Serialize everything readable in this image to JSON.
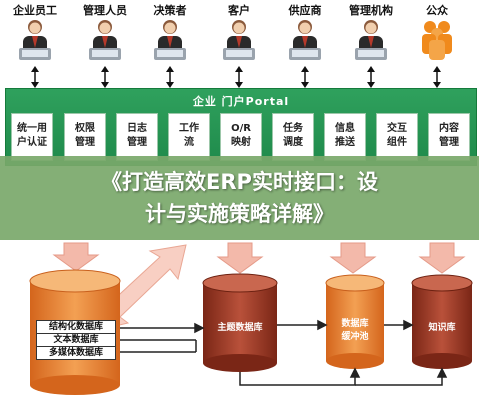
{
  "users": [
    {
      "label": "企业员工",
      "icon": "employee-figure-icon"
    },
    {
      "label": "管理人员",
      "icon": "manager-figure-icon"
    },
    {
      "label": "决策者",
      "icon": "decision-maker-figure-icon"
    },
    {
      "label": "客户",
      "icon": "customer-figure-icon"
    },
    {
      "label": "供应商",
      "icon": "supplier-figure-icon"
    },
    {
      "label": "管理机构",
      "icon": "agency-figure-icon"
    },
    {
      "label": "公众",
      "icon": "public-group-icon"
    }
  ],
  "portal": {
    "title": "企业 门户Portal",
    "modules": [
      {
        "line1": "统一用",
        "line2": "户认证"
      },
      {
        "line1": "权限",
        "line2": "管理"
      },
      {
        "line1": "日志",
        "line2": "管理"
      },
      {
        "line1": "工作",
        "line2": "流"
      },
      {
        "line1": "O/R",
        "line2": "映射"
      },
      {
        "line1": "任务",
        "line2": "调度"
      },
      {
        "line1": "信息",
        "line2": "推送"
      },
      {
        "line1": "交互",
        "line2": "组件"
      },
      {
        "line1": "内容",
        "line2": "管理"
      }
    ]
  },
  "banner": {
    "line1": "《打造高效ERP实时接口：设",
    "line2": "计与实施策略详解》"
  },
  "databases": {
    "stack": [
      "结构化数据库",
      "文本数据库",
      "多媒体数据库"
    ],
    "theme": "主题数据库",
    "buffer_line1": "数据库",
    "buffer_line2": "缓冲池",
    "knowledge": "知识库"
  },
  "colors": {
    "portal_green": "#22914f",
    "cylinder_red": "#a8402c",
    "cylinder_orange": "#e8873a",
    "arrow_pink": "#f2b5a6",
    "user_orange": "#f08a1c"
  }
}
